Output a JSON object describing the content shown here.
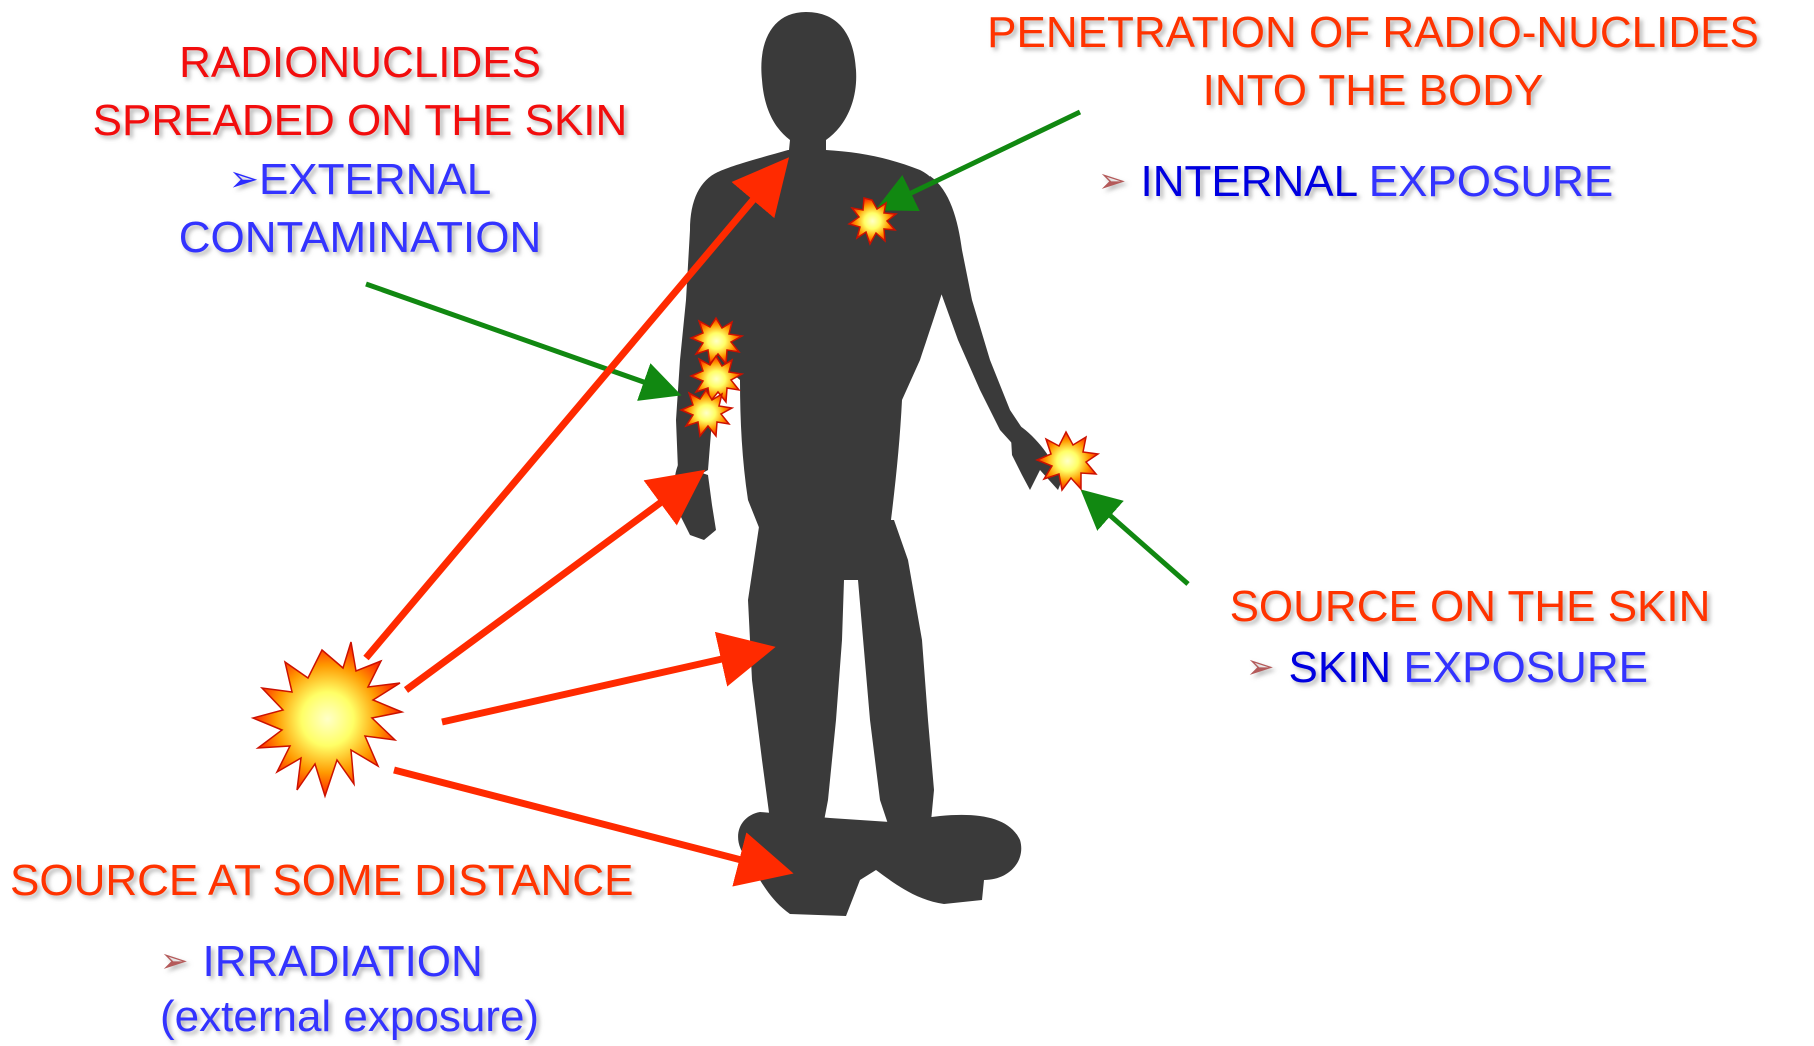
{
  "top_left": {
    "line1": "RADIONUCLIDES",
    "line2": "SPREADED ON THE SKIN",
    "bullet": "➢",
    "line3": "EXTERNAL",
    "line4": "CONTAMINATION"
  },
  "top_right": {
    "line1": "PENETRATION OF RADIO-NUCLIDES",
    "line2": "INTO THE BODY",
    "bullet": "➢",
    "sub_a": "INTERNAL",
    "sub_b": "EXPOSURE"
  },
  "mid_right": {
    "line1": "SOURCE ON THE SKIN",
    "bullet": "➢",
    "sub_a": "SKIN",
    "sub_b": "EXPOSURE"
  },
  "bottom_left": {
    "line1": "SOURCE AT SOME DISTANCE",
    "bullet": "➢",
    "sub_a": "IRRADIATION",
    "sub_b": "(external exposure)"
  },
  "colors": {
    "title_red": "#ff3300",
    "text_blue": "#3333ff",
    "text_dark_blue": "#0000e0",
    "arrow_red": "#ff2a00",
    "arrow_green": "#118811",
    "silhouette": "#3a3a3a"
  }
}
